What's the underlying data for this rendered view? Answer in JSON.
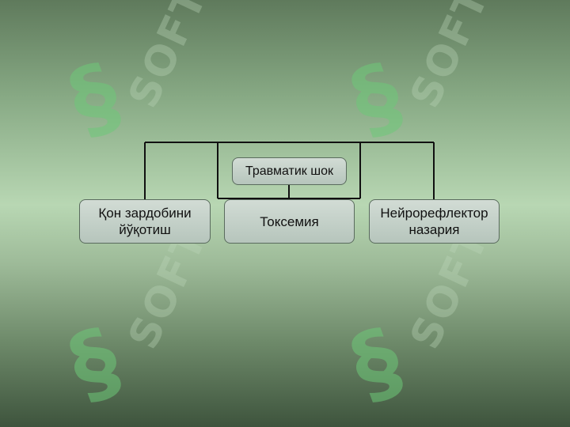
{
  "diagram": {
    "root": {
      "label": "Травматик шок"
    },
    "children": [
      {
        "label": "Қон зардобини\nйўқотиш"
      },
      {
        "label": "Токсемия"
      },
      {
        "label": "Нейрорефлектор\nназария"
      }
    ]
  },
  "watermark": {
    "text": "SOFT"
  },
  "colors": {
    "node_border": "#5a6b5e",
    "node_fill": "#c3d0c8",
    "connector": "#111111",
    "watermark": "#6ec878"
  }
}
